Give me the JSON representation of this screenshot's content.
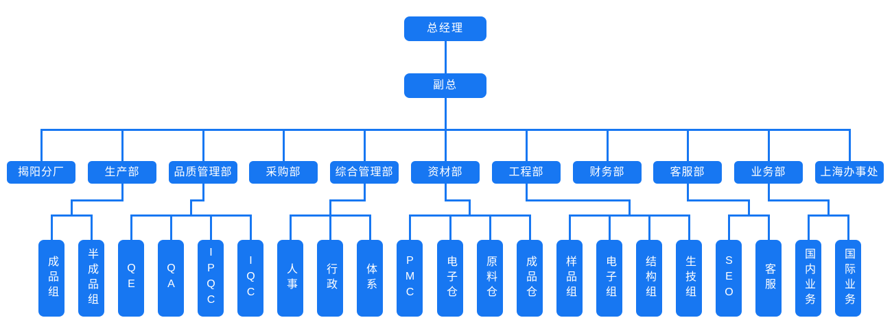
{
  "org_chart": {
    "type": "org-tree",
    "root": {
      "label": "总经理"
    },
    "deputy": {
      "label": "副总"
    },
    "departments": [
      {
        "label": "揭阳分厂",
        "children": []
      },
      {
        "label": "生产部",
        "children": [
          {
            "label": "成品组"
          },
          {
            "label": "半成品组"
          }
        ]
      },
      {
        "label": "品质管理部",
        "children": [
          {
            "label": "QE"
          },
          {
            "label": "QA"
          },
          {
            "label": "IPQC"
          },
          {
            "label": "IQC"
          }
        ]
      },
      {
        "label": "采购部",
        "children": []
      },
      {
        "label": "综合管理部",
        "children": [
          {
            "label": "人事"
          },
          {
            "label": "行政"
          },
          {
            "label": "体系"
          }
        ]
      },
      {
        "label": "资材部",
        "children": [
          {
            "label": "PMC"
          },
          {
            "label": "电子仓"
          },
          {
            "label": "原料仓"
          },
          {
            "label": "成品仓"
          }
        ]
      },
      {
        "label": "工程部",
        "children": [
          {
            "label": "样品组"
          },
          {
            "label": "电子组"
          },
          {
            "label": "结构组"
          },
          {
            "label": "生技组"
          }
        ]
      },
      {
        "label": "财务部",
        "children": []
      },
      {
        "label": "客服部",
        "children": [
          {
            "label": "SEO"
          },
          {
            "label": "客服"
          }
        ]
      },
      {
        "label": "业务部",
        "children": [
          {
            "label": "国内业务"
          },
          {
            "label": "国际业务"
          }
        ]
      },
      {
        "label": "上海办事处",
        "children": []
      }
    ]
  },
  "colors": {
    "accent": "#1777F2",
    "node_text": "#FFFFFF",
    "background": "#FFFFFF"
  }
}
